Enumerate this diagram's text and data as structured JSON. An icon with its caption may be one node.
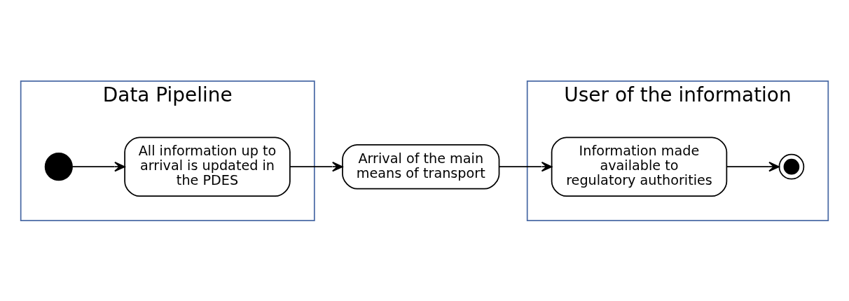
{
  "diagram": {
    "nodes": [
      {
        "text": [
          "Data Pipeline"
        ]
      },
      {
        "text": [],
        "shape": "circle",
        "in": 0
      },
      {
        "text": [
          "All information up to arrival is updated in the PDES"
        ],
        "in": 0
      },
      {
        "text": [
          "Arrival of the main means of transport"
        ]
      },
      {
        "text": [
          "User of the information"
        ]
      },
      {
        "text": [
          "Information made available to regulatory authorities"
        ],
        "in": 4
      },
      {
        "text": [],
        "shape": "bullseye",
        "in": 4
      }
    ],
    "edges": [
      {
        "from": 1,
        "to": 2,
        "arrow": "to"
      },
      {
        "from": 2,
        "to": 3,
        "arrow": "to"
      },
      {
        "from": 3,
        "to": 5,
        "arrow": "to"
      },
      {
        "from": 5,
        "to": 6,
        "arrow": "to"
      }
    ]
  }
}
